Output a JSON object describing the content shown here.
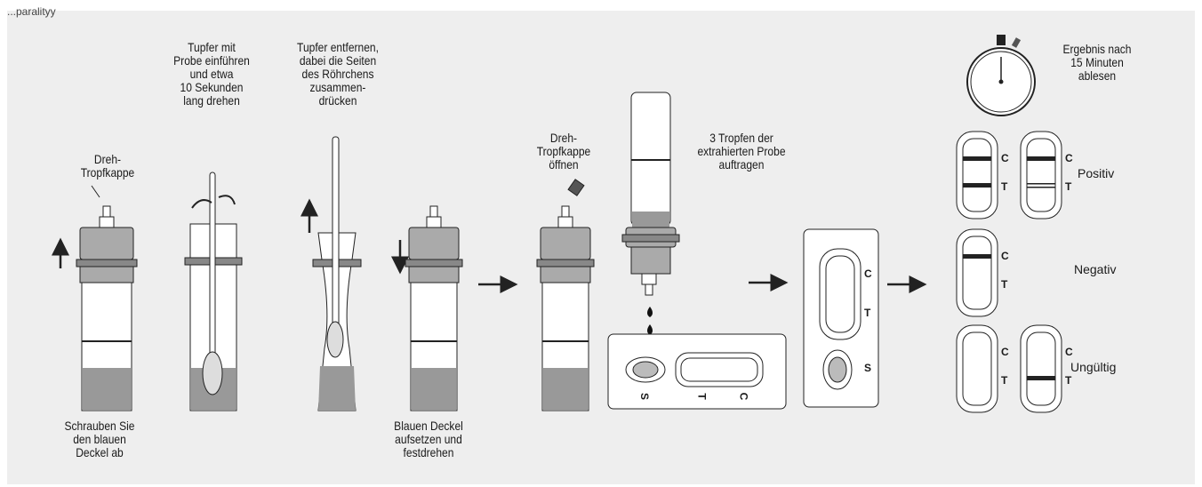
{
  "header": {
    "fragment": "...paralityy"
  },
  "steps": {
    "s1_top": "Dreh-\nTropfkappe",
    "s1_bottom": "Schrauben Sie\nden blauen\nDeckel ab",
    "s2_top": "Tupfer mit\nProbe einführen\nund etwa\n10 Sekunden\nlang drehen",
    "s3_top": "Tupfer entfernen,\ndabei die Seiten\ndes Röhrchens\nzusammen-\ndrücken",
    "s4_bottom": "Blauen Deckel\naufsetzen und\nfestdrehen",
    "s5_top": "Dreh-\nTropfkappe\nöffnen",
    "s6_top": "3 Tropfen der\nextrahierten Probe\nauftragen",
    "s7_top": "Ergebnis nach\n15 Minuten\nablesen"
  },
  "results": {
    "positive": "Positiv",
    "negative": "Negativ",
    "invalid": "Ungültig"
  },
  "markers": {
    "c": "C",
    "t": "T",
    "s": "S"
  },
  "colors": {
    "panel": "#eeeeee",
    "liquid": "#999999",
    "cap": "#aaaaaa",
    "line": "#222222"
  }
}
